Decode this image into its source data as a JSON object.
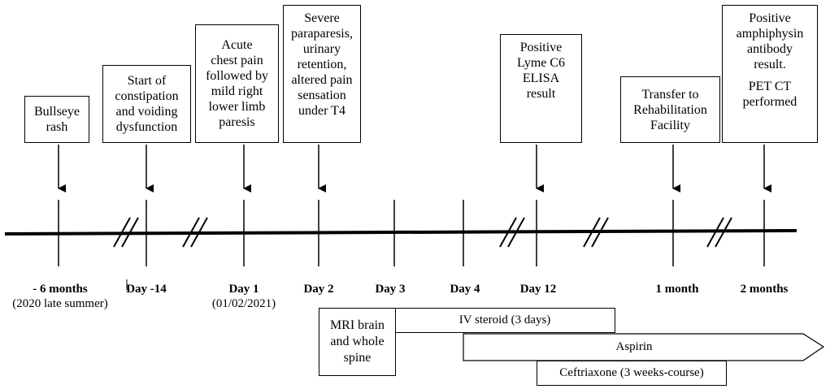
{
  "events": {
    "rash": [
      "Bullseye",
      "rash"
    ],
    "constipation": [
      "Start of",
      "constipation",
      "and voiding",
      "dysfunction"
    ],
    "chest_pain": [
      "Acute",
      "chest pain",
      "followed by",
      "mild right",
      "lower limb",
      "paresis"
    ],
    "paraparesis": [
      "Severe",
      "paraparesis,",
      "urinary",
      "retention,",
      "altered pain",
      "sensation",
      "under T4"
    ],
    "lyme": [
      "Positive",
      "Lyme C6",
      "ELISA",
      "result"
    ],
    "transfer": [
      "Transfer to",
      "Rehabilitation",
      "Facility"
    ],
    "amphiphysin": [
      "Positive",
      "amphiphysin",
      "antibody",
      "result.",
      "PET CT",
      "performed"
    ]
  },
  "timepoints": {
    "t1": {
      "label": "- 6 months",
      "sub": "(2020 late summer)"
    },
    "t2": {
      "label": "Day -14"
    },
    "t3": {
      "label": "Day 1",
      "sub": "(01/02/2021)"
    },
    "t4": {
      "label": "Day 2"
    },
    "t5": {
      "label": "Day 3"
    },
    "t6": {
      "label": "Day 4"
    },
    "t7": {
      "label": "Day 12"
    },
    "t8": {
      "label": "1 month"
    },
    "t9": {
      "label": "2 months"
    }
  },
  "treatments": {
    "mri": [
      "MRI brain",
      "and whole",
      "spine"
    ],
    "steroid": "IV steroid (3 days)",
    "aspirin": "Aspirin",
    "ceftriaxone": "Ceftriaxone (3 weeks-course)"
  }
}
